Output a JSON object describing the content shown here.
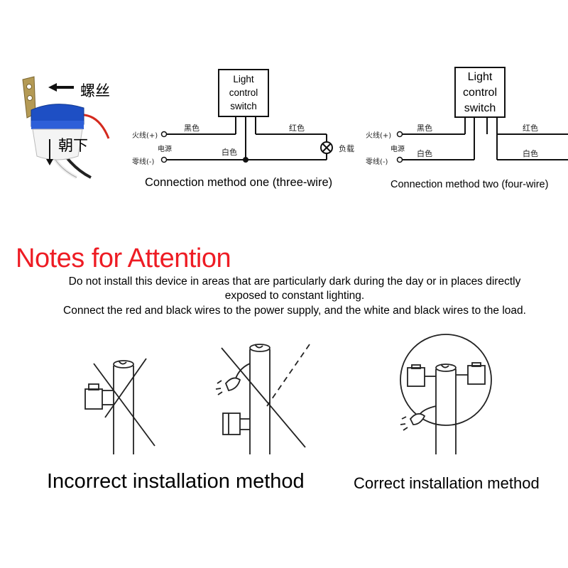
{
  "product": {
    "label_screw": "螺丝",
    "label_face_down": "朝下"
  },
  "diagram_one": {
    "switch_label_line1": "Light",
    "switch_label_line2": "control",
    "switch_label_line3": "switch",
    "live_label": "火线(+)",
    "power_label": "电源",
    "neutral_label": "零线(-)",
    "black_label": "黑色",
    "white_label": "白色",
    "red_label": "红色",
    "load_label": "负载",
    "caption": "Connection method one (three-wire)"
  },
  "diagram_two": {
    "switch_label_line1": "Light",
    "switch_label_line2": "control",
    "switch_label_line3": "switch",
    "live_label": "火线(+)",
    "power_label": "电源",
    "neutral_label": "零线(-)",
    "black_label": "黑色",
    "white_label": "白色",
    "red_label": "红色",
    "white_label_right": "白色",
    "caption": "Connection method two (four-wire)"
  },
  "notes": {
    "heading": "Notes for Attention",
    "line1": "Do not install this device in areas that are particularly dark during the day or in places directly",
    "line2": "exposed to constant lighting.",
    "line3": "Connect the red and black wires to the power supply, and the white and black wires to the load."
  },
  "installation": {
    "incorrect_caption": "Incorrect installation method",
    "correct_caption": "Correct installation method"
  },
  "colors": {
    "heading": "#ee1c24",
    "device_body": "#1e4fc4",
    "wire_red": "#d42a1e"
  }
}
